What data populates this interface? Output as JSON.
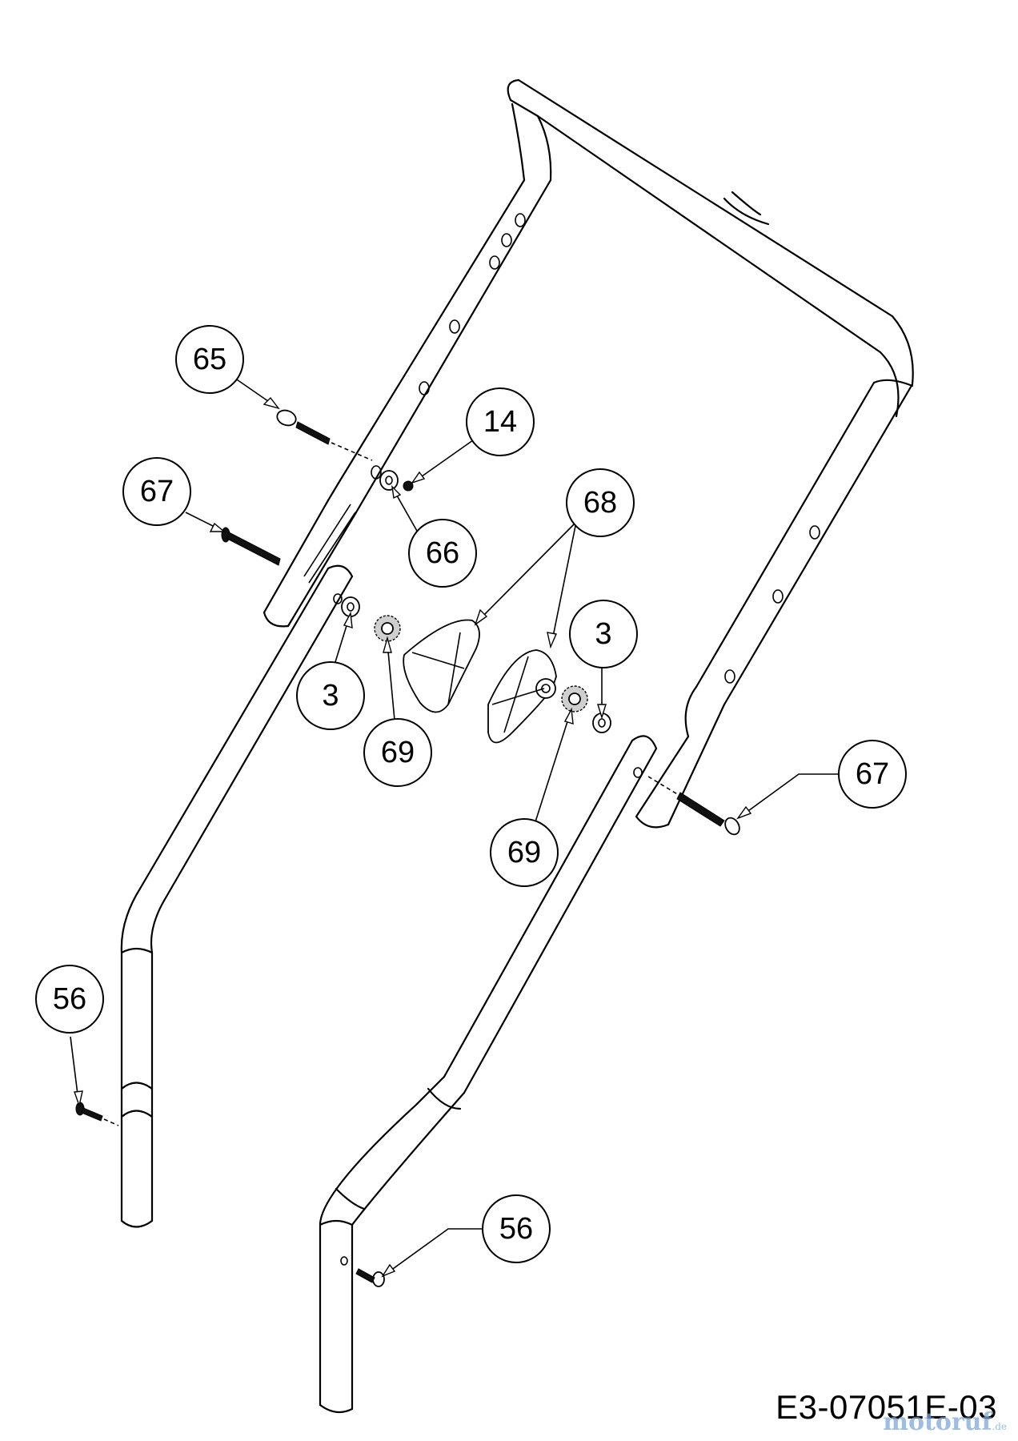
{
  "diagram": {
    "code": "E3-07051E-03",
    "watermark": {
      "main": "motoruf",
      "suffix": ".de"
    },
    "callouts": [
      {
        "id": "c65",
        "label": "65"
      },
      {
        "id": "c14",
        "label": "14"
      },
      {
        "id": "c67a",
        "label": "67"
      },
      {
        "id": "c68",
        "label": "68"
      },
      {
        "id": "c66",
        "label": "66"
      },
      {
        "id": "c3a",
        "label": "3"
      },
      {
        "id": "c3b",
        "label": "3"
      },
      {
        "id": "c69a",
        "label": "69"
      },
      {
        "id": "c69b",
        "label": "69"
      },
      {
        "id": "c67b",
        "label": "67"
      },
      {
        "id": "c56a",
        "label": "56"
      },
      {
        "id": "c56b",
        "label": "56"
      }
    ]
  }
}
